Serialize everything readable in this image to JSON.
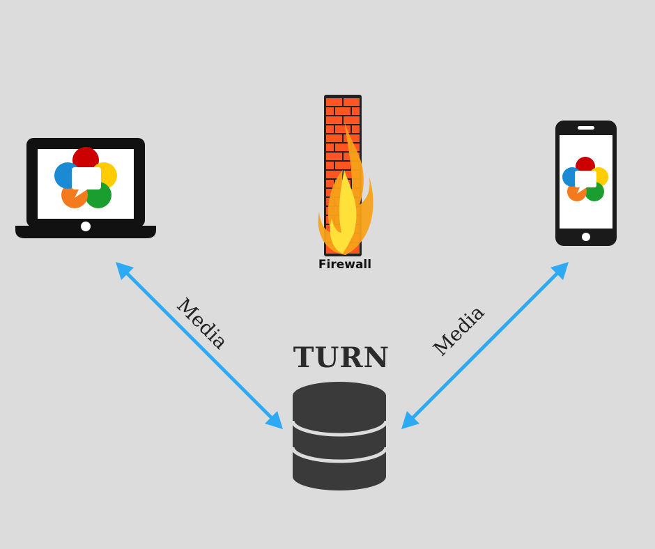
{
  "nodes": {
    "laptop": {
      "icon": "laptop-icon"
    },
    "phone": {
      "icon": "smartphone-icon"
    },
    "firewall": {
      "icon": "brick-wall-fire-icon",
      "label": "Firewall"
    },
    "turn": {
      "icon": "database-icon",
      "label": "TURN"
    }
  },
  "edges": {
    "left": {
      "label": "Media"
    },
    "right": {
      "label": "Media"
    }
  },
  "colors": {
    "background": "#dcdcdc",
    "device": "#111111",
    "arrow": "#2eaaf5",
    "database": "#3a3a3a",
    "brick": "#f04a1a",
    "flame_outer": "#f7a11a",
    "flame_inner": "#ffe13a"
  }
}
